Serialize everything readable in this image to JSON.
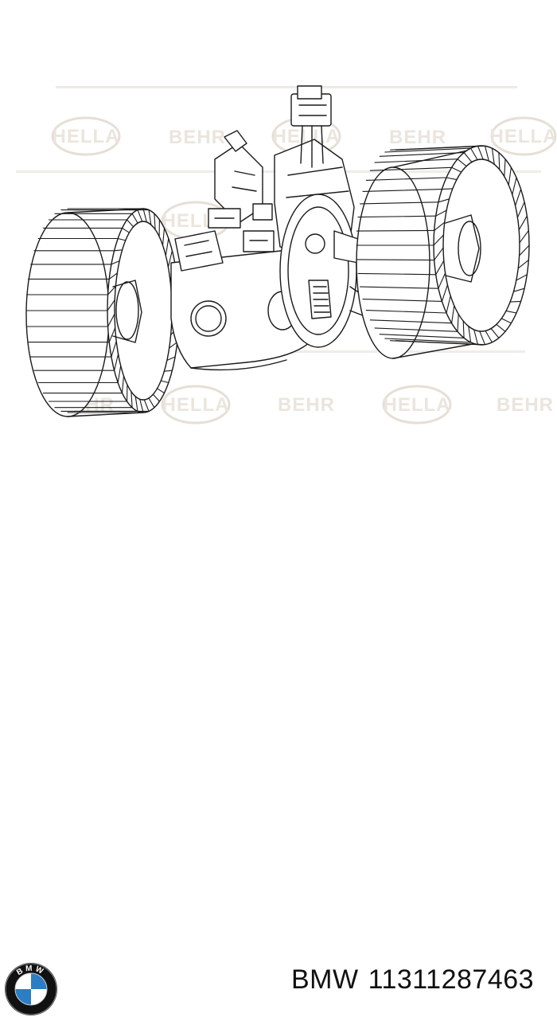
{
  "watermark": {
    "brand_oval": "HELLA",
    "brand_text": "BEHR",
    "color": "#e9e3dc"
  },
  "brand": {
    "logo_letters": "BMW",
    "name": "BMW",
    "part_number": "11311287463"
  },
  "colors": {
    "line": "#1a1a1a",
    "logo_blue": "#2b7ec4",
    "logo_ring": "#111111"
  }
}
